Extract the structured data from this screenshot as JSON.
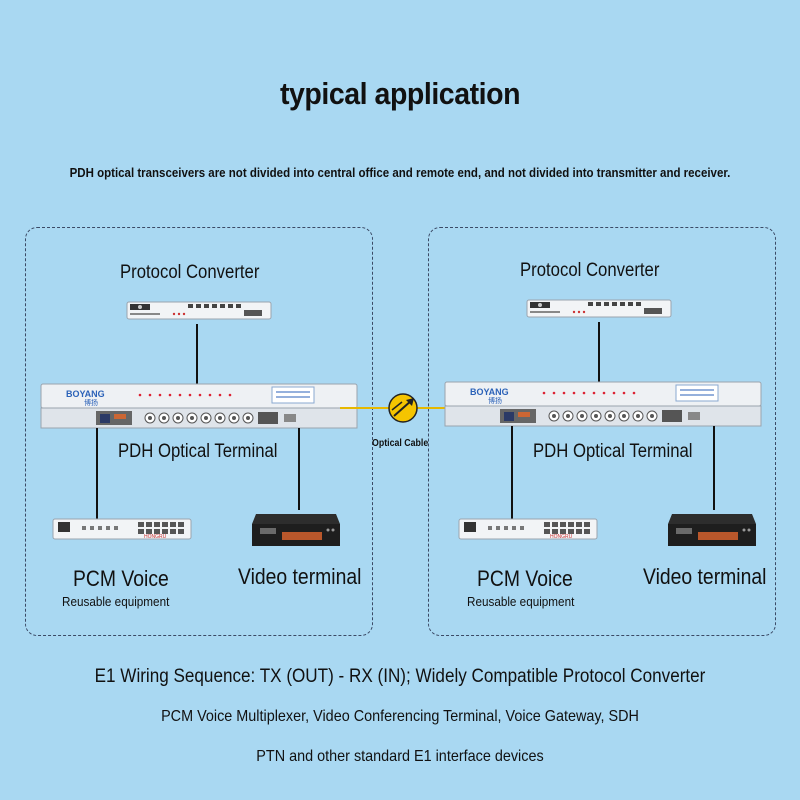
{
  "title": "typical application",
  "subtitle": "PDH optical transceivers are not divided into central office and remote end, and not divided into transmitter and receiver.",
  "left_site": {
    "protocol_converter": "Protocol Converter",
    "pdh_terminal": "PDH Optical Terminal",
    "pcm_voice": "PCM Voice",
    "pcm_sub": "Reusable equipment",
    "video_terminal": "Video terminal",
    "brand": "BOYANG",
    "brand_cn": "博扬",
    "pcm_brand": "HONGRU"
  },
  "right_site": {
    "protocol_converter": "Protocol Converter",
    "pdh_terminal": "PDH Optical Terminal",
    "pcm_voice": "PCM Voice",
    "pcm_sub": "Reusable equipment",
    "video_terminal": "Video terminal",
    "brand": "BOYANG",
    "brand_cn": "博扬",
    "pcm_brand": "HONGRU"
  },
  "optical_cable": "Optical Cable",
  "footer": {
    "line1": "E1 Wiring Sequence: TX (OUT) - RX (IN); Widely Compatible Protocol Converter",
    "line2": "PCM Voice Multiplexer, Video Conferencing Terminal, Voice Gateway, SDH",
    "line3": "PTN and other standard E1 interface devices"
  },
  "colors": {
    "background": "#a9d8f2",
    "fiber": "#e6b800",
    "dashed_border": "#3b4a66"
  }
}
